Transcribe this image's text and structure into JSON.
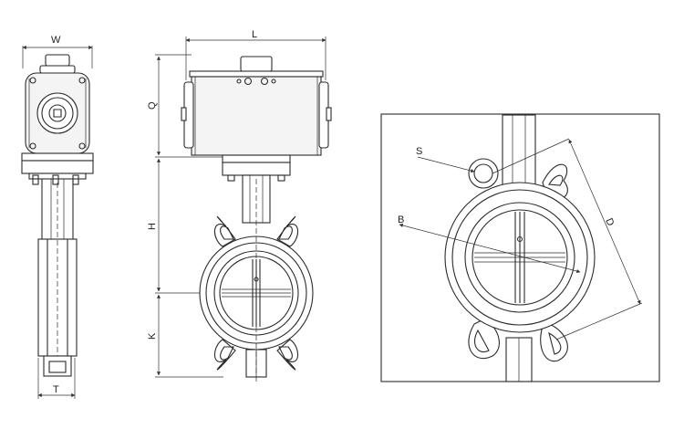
{
  "labels": {
    "width": "W",
    "thickness": "T",
    "length": "L",
    "actuator_height": "Q",
    "upper_height": "H",
    "lower_height": "K",
    "bolt_circle": "D",
    "bore": "B",
    "bolt_hole": "S"
  },
  "colors": {
    "line": "#2b2b2b",
    "background": "#ffffff",
    "fill": "#f4f4f4"
  }
}
